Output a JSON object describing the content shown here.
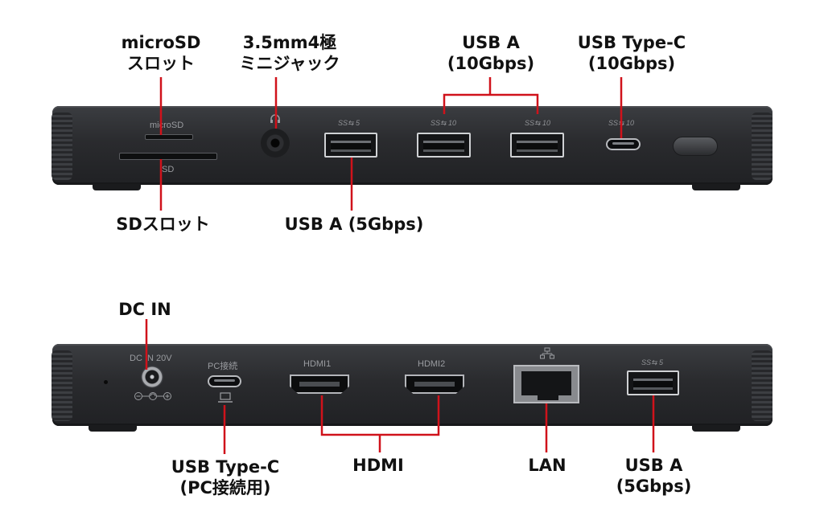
{
  "colors": {
    "accent_line": "#d0121b",
    "panel": "#2b2c2f",
    "port_label": "#9a9ca0"
  },
  "front": {
    "callouts": {
      "microsd": [
        "microSD",
        "スロット"
      ],
      "audio": [
        "3.5mm4極",
        "ミニジャック"
      ],
      "usba10": [
        "USB A",
        "(10Gbps)"
      ],
      "usbc10": [
        "USB Type-C",
        "(10Gbps)"
      ],
      "sd": "SDスロット",
      "usba5": "USB A (5Gbps)"
    },
    "panel_labels": {
      "microsd": "microSD",
      "sd": "SD"
    },
    "speed_marks": {
      "usba5": "SS⇆ 5",
      "usba10_1": "SS⇆ 10",
      "usba10_2": "SS⇆ 10",
      "usbc10": "SS⇆ 10"
    },
    "icons": {
      "audio": "headset-icon",
      "power": "power-button-icon"
    }
  },
  "back": {
    "callouts": {
      "dcin": "DC IN",
      "usbc_pc": [
        "USB Type-C",
        "(PC接続用)"
      ],
      "hdmi": "HDMI",
      "lan": "LAN",
      "usba5": [
        "USB A",
        "(5Gbps)"
      ]
    },
    "panel_labels": {
      "dcin": "DC IN 20V",
      "pc": "PC接続",
      "hdmi1": "HDMI1",
      "hdmi2": "HDMI2"
    },
    "speed_marks": {
      "usba5": "SS⇆ 5"
    },
    "icons": {
      "polarity": "polarity-symbol-icon",
      "laptop": "laptop-icon",
      "network": "network-icon",
      "reset": "reset-hole-icon"
    }
  }
}
